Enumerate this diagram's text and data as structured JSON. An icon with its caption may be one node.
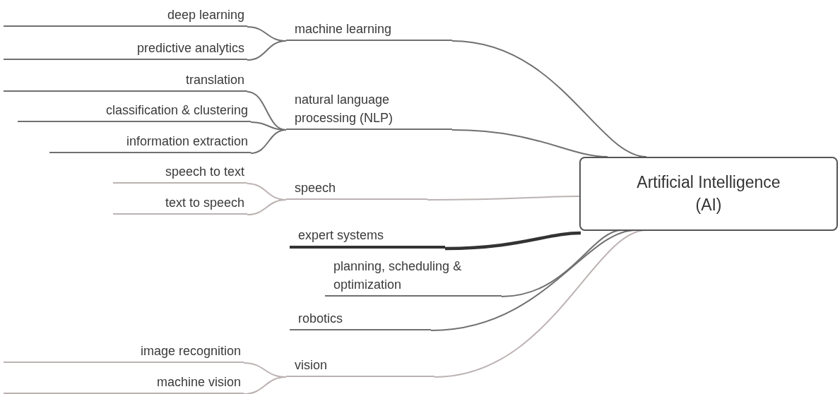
{
  "diagram": {
    "nodes": [
      {
        "text": [
          "Artificial Intelligence (AI)"
        ]
      },
      {
        "text": [
          "machine learning"
        ]
      },
      {
        "text": [
          "deep learning"
        ]
      },
      {
        "text": [
          "predictive analytics"
        ]
      },
      {
        "text": [
          "natural language processing (NLP)"
        ]
      },
      {
        "text": [
          "translation"
        ]
      },
      {
        "text": [
          "classification & clustering"
        ]
      },
      {
        "text": [
          "information extraction"
        ]
      },
      {
        "text": [
          "speech"
        ]
      },
      {
        "text": [
          "speech to text"
        ]
      },
      {
        "text": [
          "text to speech"
        ]
      },
      {
        "text": [
          "expert systems"
        ]
      },
      {
        "text": [
          "planning, scheduling & optimization"
        ]
      },
      {
        "text": [
          "robotics"
        ]
      },
      {
        "text": [
          "vision"
        ]
      },
      {
        "text": [
          "image recognition"
        ]
      },
      {
        "text": [
          "machine vision"
        ]
      }
    ],
    "edges": [
      {
        "from": 0,
        "to": 1,
        "arrow": "none"
      },
      {
        "from": 1,
        "to": 2,
        "arrow": "none"
      },
      {
        "from": 1,
        "to": 3,
        "arrow": "none"
      },
      {
        "from": 0,
        "to": 4,
        "arrow": "none"
      },
      {
        "from": 4,
        "to": 5,
        "arrow": "none"
      },
      {
        "from": 4,
        "to": 6,
        "arrow": "none"
      },
      {
        "from": 4,
        "to": 7,
        "arrow": "none"
      },
      {
        "from": 0,
        "to": 8,
        "arrow": "none",
        "color": "#bcb2b2"
      },
      {
        "from": 8,
        "to": 9,
        "arrow": "none",
        "color": "#bcb2b2"
      },
      {
        "from": 8,
        "to": 10,
        "arrow": "none",
        "color": "#bcb2b2"
      },
      {
        "from": 0,
        "to": 11,
        "arrow": "none",
        "style": "thick",
        "color": "#333333"
      },
      {
        "from": 0,
        "to": 12,
        "arrow": "none"
      },
      {
        "from": 0,
        "to": 13,
        "arrow": "none"
      },
      {
        "from": 0,
        "to": 14,
        "arrow": "none",
        "color": "#bcb2b2"
      },
      {
        "from": 14,
        "to": 15,
        "arrow": "none",
        "color": "#bcb2b2"
      },
      {
        "from": 14,
        "to": 16,
        "arrow": "none",
        "color": "#bcb2b2"
      }
    ]
  }
}
